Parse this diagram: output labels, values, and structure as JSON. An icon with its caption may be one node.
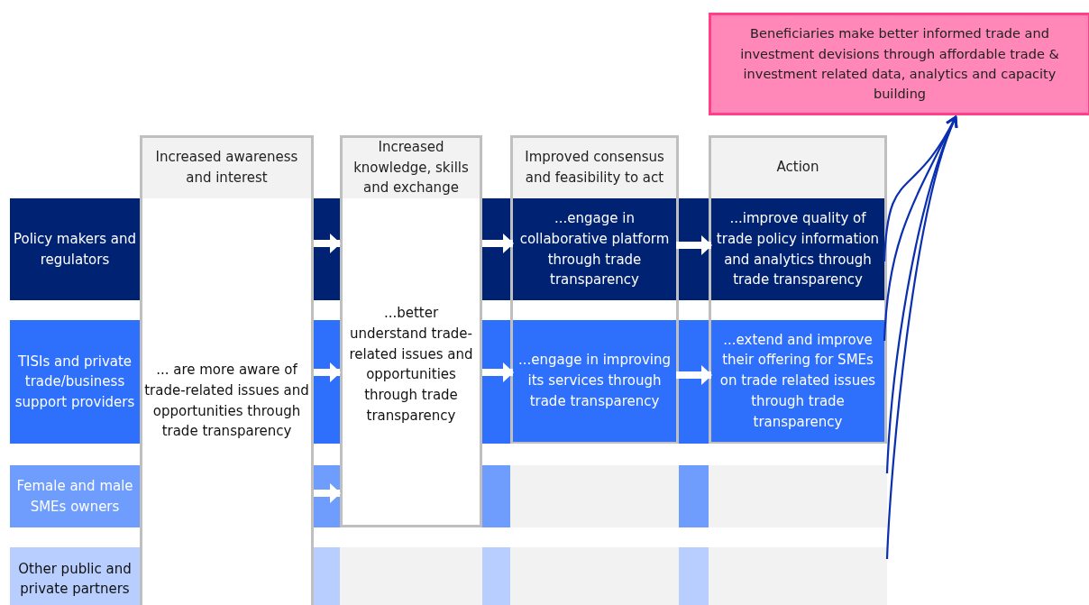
{
  "diagram": {
    "nodes": [
      {
        "text": [
          "Beneficiaries make better informed trade and investment devisions through affordable trade & investment related data, analytics and capacity building"
        ]
      },
      {
        "text": [
          "Increased awareness and interest",
          "... are more aware of trade-related issues and opportunities through trade transparency"
        ]
      },
      {
        "text": [
          "Increased knowledge, skills and exchange",
          "...better understand trade-related issues and opportunities through trade transparency"
        ]
      },
      {
        "text": [
          "Improved consensus and feasibility to act"
        ]
      },
      {
        "text": [
          "Action"
        ]
      },
      {
        "text": [
          "...engage in collaborative platform through trade transparency"
        ],
        "in": 3
      },
      {
        "text": [
          "...improve quality of trade policy information and analytics through trade transparency"
        ],
        "in": 4
      },
      {
        "text": [
          "...engage in improving its services through trade transparency"
        ],
        "in": 3
      },
      {
        "text": [
          "...extend and improve their offering for SMEs on trade related issues through trade transparency"
        ],
        "in": 4
      },
      {
        "text": [
          "Policy makers and regulators"
        ]
      },
      {
        "text": [
          "TISIs and private trade/business support providers"
        ]
      },
      {
        "text": [
          "Female and male SMEs owners"
        ]
      },
      {
        "text": [
          "Other public and private partners"
        ]
      },
      {
        "text": [],
        "shape": "box"
      },
      {
        "text": [],
        "shape": "box"
      }
    ],
    "edges": [
      {
        "from": 1,
        "to": 2,
        "arrow": "to"
      },
      {
        "from": 2,
        "to": 5,
        "arrow": "to"
      },
      {
        "from": 5,
        "to": 6,
        "arrow": "to"
      },
      {
        "from": 1,
        "to": 2,
        "arrow": "to"
      },
      {
        "from": 2,
        "to": 7,
        "arrow": "to"
      },
      {
        "from": 7,
        "to": 8,
        "arrow": "to"
      },
      {
        "from": 1,
        "to": 2,
        "arrow": "to"
      },
      {
        "from": 6,
        "to": 0,
        "arrow": "to",
        "color": "#0a2fb0"
      },
      {
        "from": 8,
        "to": 0,
        "arrow": "to",
        "color": "#0a2fb0"
      },
      {
        "from": 13,
        "to": 0,
        "arrow": "to",
        "color": "#0a2fb0"
      },
      {
        "from": 14,
        "to": 0,
        "arrow": "to",
        "color": "#0a2fb0"
      }
    ]
  }
}
